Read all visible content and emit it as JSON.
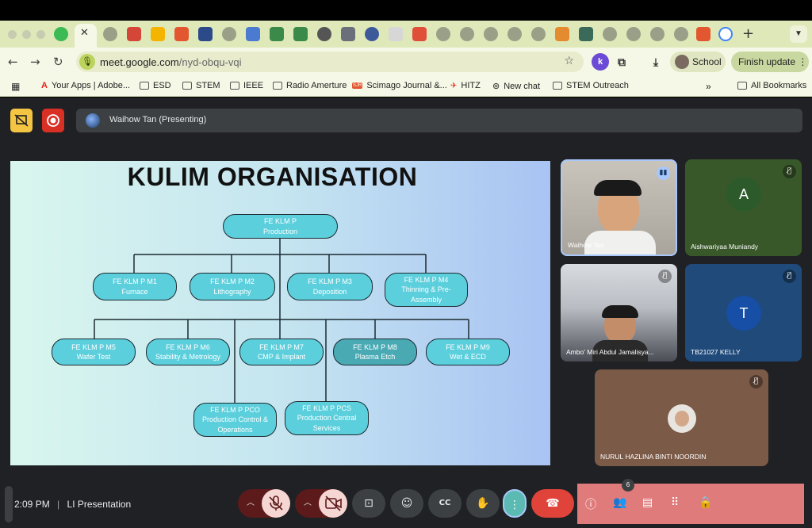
{
  "browser": {
    "url_host": "meet.google.com",
    "url_path": "/nyd-obqu-vqi",
    "profile_label": "School",
    "update_label": "Finish update",
    "bookmarks": [
      "Your Apps | Adobe...",
      "ESD",
      "STEM",
      "IEEE",
      "Radio Amerture",
      "Scimago Journal &...",
      "HITZ",
      "New chat",
      "STEM Outreach"
    ],
    "all_bookmarks_label": "All Bookmarks"
  },
  "presentation": {
    "presenter_label": "Waihow Tan (Presenting)"
  },
  "slide": {
    "title": "KULIM ORGANISATION",
    "nodes": {
      "root": [
        "FE KLM P",
        "Production"
      ],
      "m1": [
        "FE KLM P M1",
        "Furnace"
      ],
      "m2": [
        "FE KLM P M2",
        "Lithography"
      ],
      "m3": [
        "FE KLM P M3",
        "Deposition"
      ],
      "m4": [
        "FE KLM P M4",
        "Thinning & Pre-",
        "Assembly"
      ],
      "m5": [
        "FE KLM P M5",
        "Wafer Test"
      ],
      "m6": [
        "FE KLM P M6",
        "Stability & Metrology"
      ],
      "m7": [
        "FE KLM P M7",
        "CMP & Implant"
      ],
      "m8": [
        "FE KLM P M8",
        "Plasma Etch"
      ],
      "m9": [
        "FE KLM P M9",
        "Wet & ECD"
      ],
      "pco": [
        "FE KLM P PCO",
        "Production Control &",
        "Operations"
      ],
      "pcs": [
        "FE KLM P PCS",
        "Production Central",
        "Services"
      ]
    }
  },
  "participants": [
    {
      "name": "Waihow Tan",
      "speaking": true
    },
    {
      "name": "Aishwariyaa Muniandy",
      "initial": "A"
    },
    {
      "name": "Ambo' Miri Abdul Jamalisya..."
    },
    {
      "name": "TB21027 KELLY",
      "initial": "T"
    },
    {
      "name": "NURUL HAZLINA BINTI NOORDIN"
    }
  ],
  "footer": {
    "time": "2:09 PM",
    "meeting_name": "LI Presentation",
    "participant_count": "6"
  },
  "colors": {
    "accent": "#bcd35d",
    "node_fill": "#5ccfdc",
    "node_fill_dark": "#4aaab4",
    "end_call": "#e0433a",
    "right_panel": "#e07b7b"
  }
}
